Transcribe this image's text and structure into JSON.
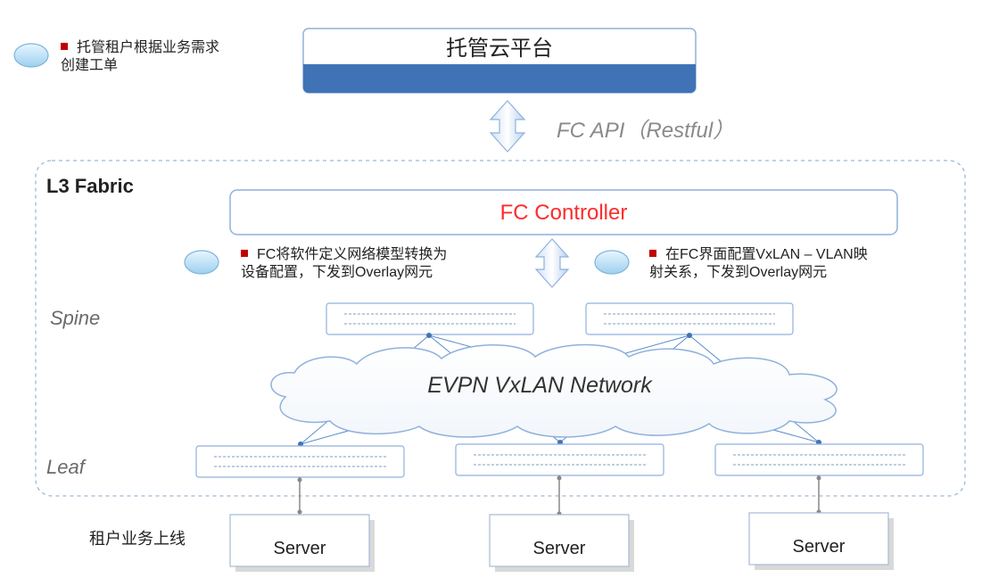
{
  "notes": {
    "tenant_ticket": {
      "line1": "托管租户根据业务需求",
      "line2": "创建工单"
    },
    "fc_convert": {
      "line1": "FC将软件定义网络模型转换为",
      "line2": "设备配置，下发到Overlay网元"
    },
    "fc_mapping": {
      "line1": "在FC界面配置VxLAN – VLAN映",
      "line2": "射关系，下发到Overlay网元"
    }
  },
  "platform": {
    "label": "托管云平台"
  },
  "api": {
    "label": "FC API（Restful）"
  },
  "fabric": {
    "label": "L3 Fabric"
  },
  "controller": {
    "label": "FC Controller"
  },
  "layers": {
    "spine": "Spine",
    "leaf": "Leaf"
  },
  "network": {
    "label": "EVPN VxLAN Network"
  },
  "tenant_online": {
    "label": "租户业务上线"
  },
  "servers": [
    {
      "label": "Server"
    },
    {
      "label": "Server"
    },
    {
      "label": "Server"
    }
  ],
  "colors": {
    "accent_blue": "#3f73b6",
    "platform_band": "#3f73b6",
    "controller_text": "#ff2b2b",
    "bullet_red": "#c00000",
    "box_border": "#8fb1dc"
  }
}
